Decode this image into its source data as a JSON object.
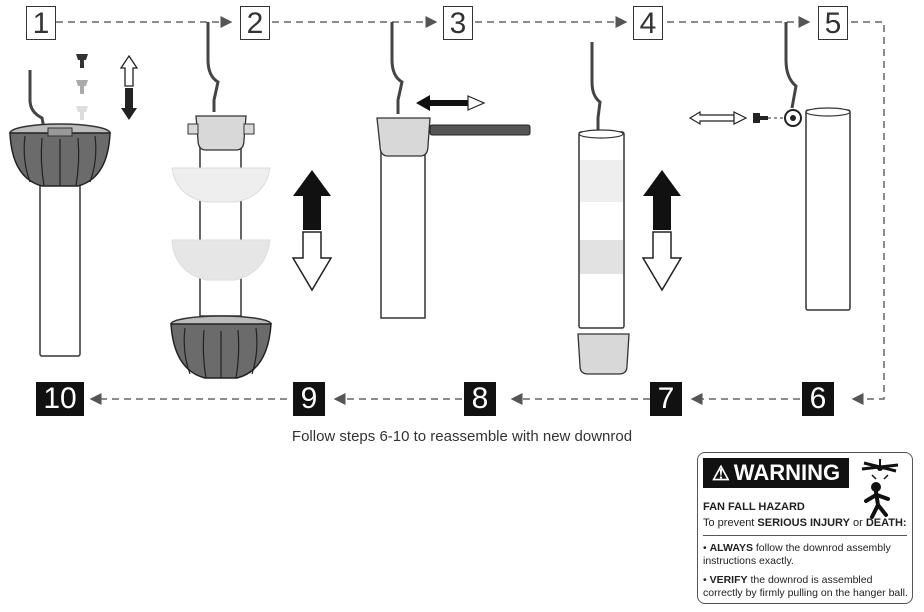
{
  "steps_top": [
    "1",
    "2",
    "3",
    "4",
    "5"
  ],
  "steps_bottom": [
    "10",
    "9",
    "8",
    "7",
    "6"
  ],
  "caption": "Follow steps 6-10 to reassemble with new downrod",
  "warning": {
    "banner": "WARNING",
    "hazard": "FAN FALL HAZARD",
    "prevent_prefix": "To prevent ",
    "prevent_emph1": "SERIOUS INJURY",
    "prevent_mid": " or ",
    "prevent_emph2": "DEATH:",
    "item1_emph": "ALWAYS",
    "item1_text": " follow the downrod assembly instructions exactly.",
    "item2_emph": "VERIFY",
    "item2_text": " the downrod is assembled correctly by firmly pulling on the hanger ball."
  },
  "colors": {
    "dark": "#111111",
    "canopy_gray": "#6b6b6b",
    "light_gray": "#d8d8d8",
    "line": "#333333"
  }
}
